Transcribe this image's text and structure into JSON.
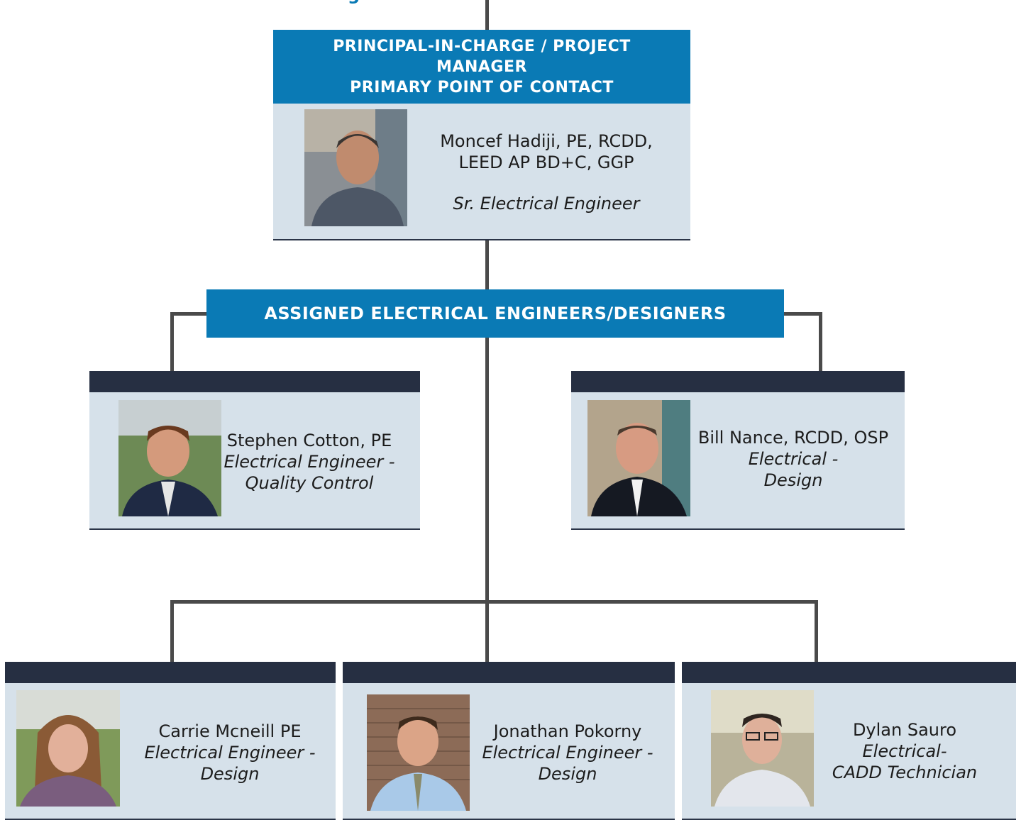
{
  "top_fragment": "g",
  "principal": {
    "header_line1": "PRINCIPAL-IN-CHARGE / PROJECT",
    "header_line2": "MANAGER",
    "header_line3": "PRIMARY POINT OF CONTACT",
    "name_line1": "Moncef Hadiji, PE, RCDD,",
    "name_line2": "LEED AP BD+C, GGP",
    "title": "Sr. Electrical Engineer"
  },
  "group_header": "ASSIGNED ELECTRICAL ENGINEERS/DESIGNERS",
  "members": {
    "stephen": {
      "name": "Stephen Cotton, PE",
      "title_line1": "Electrical Engineer -",
      "title_line2": "Quality Control"
    },
    "bill": {
      "name": "Bill Nance, RCDD, OSP",
      "title_line1": "Electrical -",
      "title_line2": "Design"
    },
    "carrie": {
      "name": "Carrie Mcneill PE",
      "title_line1": "Electrical Engineer -",
      "title_line2": "Design"
    },
    "jonathan": {
      "name": "Jonathan Pokorny",
      "title_line1": "Electrical Engineer -",
      "title_line2": "Design"
    },
    "dylan": {
      "name": "Dylan Sauro",
      "title_line1": "Electrical-",
      "title_line2": "CADD Technician"
    }
  },
  "colors": {
    "header_blue": "#0a7ab5",
    "card_bg": "#d6e1ea",
    "card_bar": "#262f42",
    "connector": "#4a4a4a"
  }
}
